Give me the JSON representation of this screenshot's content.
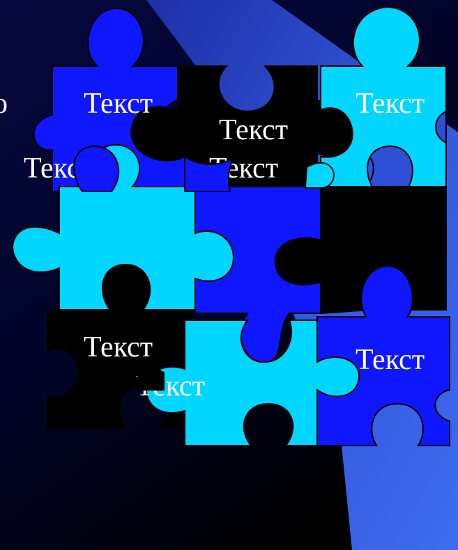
{
  "colors": {
    "background_top": "#03063a",
    "background_bottom": "#000000",
    "stripe": "#3a64e6",
    "piece_blue": "#0f17ff",
    "piece_cyan": "#00d6ff",
    "piece_black": "#000000",
    "shadow": "#2c4fd6",
    "label": "#ffffff"
  },
  "pieces": [
    {
      "name": "piece-top-left",
      "color": "piece_blue",
      "label": "Текст"
    },
    {
      "name": "piece-top-middle",
      "color": "piece_black",
      "label": "Текст"
    },
    {
      "name": "piece-top-right",
      "color": "piece_cyan",
      "label": "Текст"
    },
    {
      "name": "piece-middle-left",
      "color": "piece_cyan",
      "label": "Текст"
    },
    {
      "name": "piece-middle-center",
      "color": "piece_blue",
      "label": "Текст"
    },
    {
      "name": "piece-middle-right",
      "color": "piece_black",
      "label": ""
    },
    {
      "name": "piece-bottom-left",
      "color": "piece_black",
      "label": "Текст"
    },
    {
      "name": "piece-bottom-center",
      "color": "piece_cyan",
      "label": "Текст"
    },
    {
      "name": "piece-bottom-right",
      "color": "piece_blue",
      "label": "Текст"
    }
  ],
  "edge_glyph": "о"
}
